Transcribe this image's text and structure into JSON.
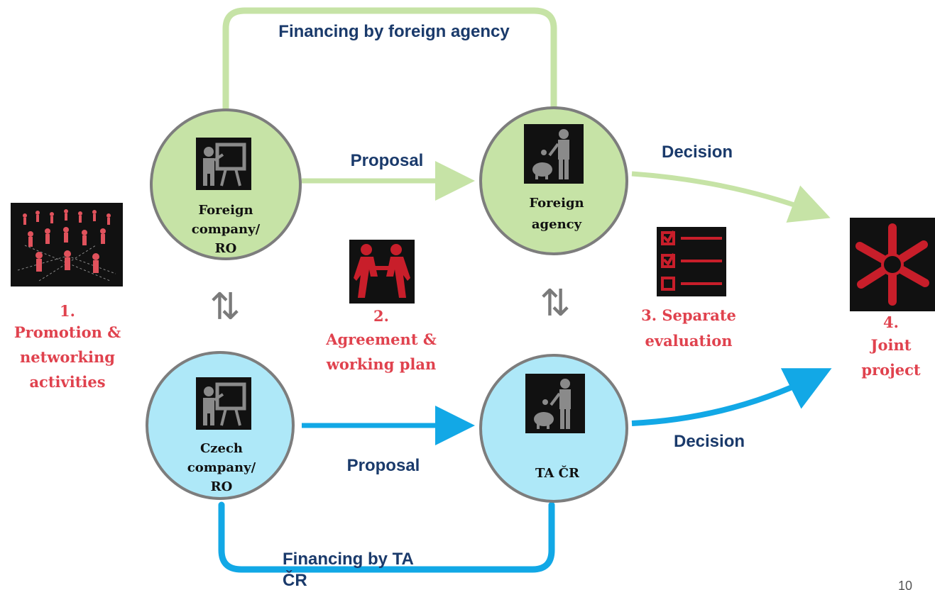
{
  "colors": {
    "green_path": "#c6e3a6",
    "green_node": "#c6e3a6",
    "blue_path": "#12a8e6",
    "blue_node": "#aee8f8",
    "node_border": "#7d7d7d",
    "label_blue": "#1a3a6b",
    "step_red": "#e0424e",
    "icon_bg": "#111111",
    "icon_red": "#c81e2a"
  },
  "paths": {
    "foreign_financing": "Financing by foreign agency",
    "czech_financing_line1": "Financing by TA",
    "czech_financing_line2": "ČR",
    "proposal_top": "Proposal",
    "proposal_bottom": "Proposal",
    "decision_top": "Decision",
    "decision_bottom": "Decision"
  },
  "nodes": {
    "foreign_company": {
      "lines": [
        "Foreign",
        "company/",
        "RO"
      ],
      "icon": "presenter-icon"
    },
    "foreign_agency": {
      "lines": [
        "Foreign",
        "agency"
      ],
      "icon": "investor-icon"
    },
    "czech_company": {
      "lines": [
        "Czech",
        "company/",
        "RO"
      ],
      "icon": "presenter-icon"
    },
    "ta_cr": {
      "lines": [
        "TA ČR"
      ],
      "icon": "investor-icon"
    }
  },
  "exchange_arrows": {
    "left": "⇅",
    "right": "⇅"
  },
  "steps": {
    "step1": {
      "lines": [
        "1.",
        "Promotion &",
        "networking",
        "activities"
      ],
      "icon": "network-people-icon"
    },
    "step2": {
      "lines": [
        "2.",
        "Agreement &",
        "working plan"
      ],
      "icon": "handshake-icon"
    },
    "step3": {
      "lines": [
        "3. Separate",
        "evaluation"
      ],
      "icon": "checklist-icon"
    },
    "step4": {
      "lines": [
        "4.",
        "Joint",
        "project"
      ],
      "icon": "joined-hands-icon"
    }
  },
  "page_number": "10"
}
